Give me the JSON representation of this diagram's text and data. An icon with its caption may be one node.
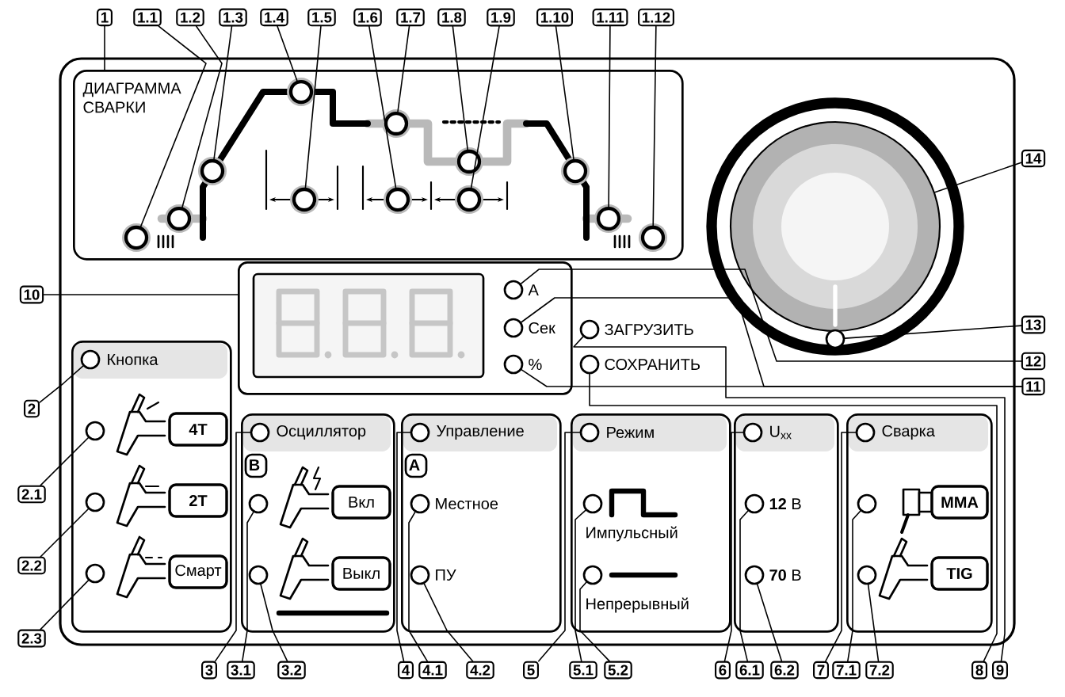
{
  "diagram": {
    "nodes": [
      {
        "text": [
          "ДИАГРАММА СВАРКИ"
        ]
      },
      {
        "text": [],
        "shape": "circle",
        "in": 0
      },
      {
        "text": [],
        "shape": "circle",
        "in": 0
      },
      {
        "text": [],
        "shape": "circle",
        "in": 0
      },
      {
        "text": [],
        "shape": "circle",
        "in": 0
      },
      {
        "text": [],
        "shape": "circle",
        "in": 0
      },
      {
        "text": [],
        "shape": "circle",
        "in": 0
      },
      {
        "text": [],
        "shape": "circle",
        "in": 0
      },
      {
        "text": [],
        "shape": "circle",
        "in": 0
      },
      {
        "text": [],
        "shape": "circle",
        "in": 0
      },
      {
        "text": [],
        "shape": "circle",
        "in": 0
      },
      {
        "text": [],
        "shape": "circle",
        "in": 0
      },
      {
        "text": [],
        "shape": "circle",
        "in": 0
      },
      {
        "text": [],
        "shape": "box"
      },
      {
        "text": [],
        "shape": "circle",
        "in": 13,
        "beside": [
          "A"
        ]
      },
      {
        "text": [],
        "shape": "circle",
        "in": 13,
        "beside": [
          "Сек"
        ]
      },
      {
        "text": [],
        "shape": "circle",
        "in": 13,
        "beside": [
          "%"
        ]
      },
      {
        "text": [],
        "shape": "circle",
        "beside": [
          "ЗАГРУЗИТЬ"
        ]
      },
      {
        "text": [],
        "shape": "circle",
        "beside": [
          "СОХРАНИТЬ"
        ]
      },
      {
        "text": [],
        "shape": "circle"
      },
      {
        "text": [],
        "shape": "circle",
        "in": 19
      },
      {
        "text": [
          "Кнопка"
        ]
      },
      {
        "text": [],
        "shape": "circle",
        "in": 21
      },
      {
        "text": [],
        "shape": "circle",
        "in": 21
      },
      {
        "text": [
          "4T"
        ],
        "in": 21
      },
      {
        "text": [],
        "shape": "circle",
        "in": 21
      },
      {
        "text": [
          "2T"
        ],
        "in": 21
      },
      {
        "text": [],
        "shape": "circle",
        "in": 21
      },
      {
        "text": [
          "Смарт"
        ],
        "in": 21
      },
      {
        "text": [
          "Осциллятор",
          "В"
        ]
      },
      {
        "text": [],
        "shape": "circle",
        "in": 29
      },
      {
        "text": [],
        "shape": "circle",
        "in": 29
      },
      {
        "text": [
          "Вкл"
        ],
        "in": 29
      },
      {
        "text": [],
        "shape": "circle",
        "in": 29
      },
      {
        "text": [
          "Выкл"
        ],
        "in": 29
      },
      {
        "text": [
          "Управление",
          "А"
        ]
      },
      {
        "text": [],
        "shape": "circle",
        "in": 35
      },
      {
        "text": [],
        "shape": "circle",
        "in": 35,
        "beside": [
          "Местное"
        ]
      },
      {
        "text": [],
        "shape": "circle",
        "in": 35,
        "beside": [
          "ПУ"
        ]
      },
      {
        "text": [
          "Режим"
        ]
      },
      {
        "text": [],
        "shape": "circle",
        "in": 39
      },
      {
        "text": [],
        "shape": "circle",
        "in": 39,
        "beside": [
          "Импульсный"
        ]
      },
      {
        "text": [],
        "shape": "circle",
        "in": 39,
        "beside": [
          "Непрерывный"
        ]
      },
      {
        "text": [
          "U$_{xx}$"
        ]
      },
      {
        "text": [],
        "shape": "circle",
        "in": 43
      },
      {
        "text": [],
        "shape": "circle",
        "in": 43,
        "beside": [
          "**12** В"
        ]
      },
      {
        "text": [],
        "shape": "circle",
        "in": 43,
        "beside": [
          "**70** В"
        ]
      },
      {
        "text": [
          "Сварка"
        ]
      },
      {
        "text": [],
        "shape": "circle",
        "in": 47
      },
      {
        "text": [],
        "shape": "circle",
        "in": 47
      },
      {
        "text": [
          "MMA"
        ],
        "in": 47
      },
      {
        "text": [],
        "shape": "circle",
        "in": 47
      },
      {
        "text": [
          "TIG"
        ],
        "in": 47
      },
      {
        "text": [
          "1"
        ]
      },
      {
        "text": [
          "1.1"
        ]
      },
      {
        "text": [
          "1.2"
        ]
      },
      {
        "text": [
          "1.3"
        ]
      },
      {
        "text": [
          "1.4"
        ]
      },
      {
        "text": [
          "1.5"
        ]
      },
      {
        "text": [
          "1.6"
        ]
      },
      {
        "text": [
          "1.7"
        ]
      },
      {
        "text": [
          "1.8"
        ]
      },
      {
        "text": [
          "1.9"
        ]
      },
      {
        "text": [
          "1.10"
        ]
      },
      {
        "text": [
          "1.11"
        ]
      },
      {
        "text": [
          "1.12"
        ]
      },
      {
        "text": [
          "2"
        ]
      },
      {
        "text": [
          "2.1"
        ]
      },
      {
        "text": [
          "2.2"
        ]
      },
      {
        "text": [
          "2.3"
        ]
      },
      {
        "text": [
          "3"
        ]
      },
      {
        "text": [
          "3.1"
        ]
      },
      {
        "text": [
          "3.2"
        ]
      },
      {
        "text": [
          "4"
        ]
      },
      {
        "text": [
          "4.1"
        ]
      },
      {
        "text": [
          "4.2"
        ]
      },
      {
        "text": [
          "5"
        ]
      },
      {
        "text": [
          "5.1"
        ]
      },
      {
        "text": [
          "5.2"
        ]
      },
      {
        "text": [
          "6"
        ]
      },
      {
        "text": [
          "6.1"
        ]
      },
      {
        "text": [
          "6.2"
        ]
      },
      {
        "text": [
          "7"
        ]
      },
      {
        "text": [
          "7.1"
        ]
      },
      {
        "text": [
          "7.2"
        ]
      },
      {
        "text": [
          "8"
        ]
      },
      {
        "text": [
          "9"
        ]
      },
      {
        "text": [
          "10"
        ]
      },
      {
        "text": [
          "11"
        ]
      },
      {
        "text": [
          "12"
        ]
      },
      {
        "text": [
          "13"
        ]
      },
      {
        "text": [
          "14"
        ]
      }
    ],
    "edges": [
      {
        "from": 53,
        "to": 0,
        "arrow": "none"
      },
      {
        "from": 54,
        "to": 1,
        "arrow": "none"
      },
      {
        "from": 55,
        "to": 2,
        "arrow": "none"
      },
      {
        "from": 56,
        "to": 3,
        "arrow": "none"
      },
      {
        "from": 57,
        "to": 4,
        "arrow": "none"
      },
      {
        "from": 58,
        "to": 5,
        "arrow": "none"
      },
      {
        "from": 59,
        "to": 6,
        "arrow": "none"
      },
      {
        "from": 60,
        "to": 7,
        "arrow": "none"
      },
      {
        "from": 61,
        "to": 8,
        "arrow": "none"
      },
      {
        "from": 62,
        "to": 9,
        "arrow": "none"
      },
      {
        "from": 63,
        "to": 10,
        "arrow": "none"
      },
      {
        "from": 64,
        "to": 11,
        "arrow": "none"
      },
      {
        "from": 65,
        "to": 12,
        "arrow": "none"
      },
      {
        "from": 66,
        "to": 22,
        "arrow": "none"
      },
      {
        "from": 67,
        "to": 23,
        "arrow": "none"
      },
      {
        "from": 68,
        "to": 25,
        "arrow": "none"
      },
      {
        "from": 69,
        "to": 27,
        "arrow": "none"
      },
      {
        "from": 70,
        "to": 30,
        "arrow": "none"
      },
      {
        "from": 71,
        "to": 31,
        "arrow": "none"
      },
      {
        "from": 72,
        "to": 33,
        "arrow": "none"
      },
      {
        "from": 73,
        "to": 36,
        "arrow": "none"
      },
      {
        "from": 74,
        "to": 37,
        "arrow": "none"
      },
      {
        "from": 75,
        "to": 38,
        "arrow": "none"
      },
      {
        "from": 76,
        "to": 40,
        "arrow": "none"
      },
      {
        "from": 77,
        "to": 41,
        "arrow": "none"
      },
      {
        "from": 78,
        "to": 42,
        "arrow": "none"
      },
      {
        "from": 79,
        "to": 44,
        "arrow": "none"
      },
      {
        "from": 80,
        "to": 45,
        "arrow": "none"
      },
      {
        "from": 81,
        "to": 46,
        "arrow": "none"
      },
      {
        "from": 82,
        "to": 48,
        "arrow": "none"
      },
      {
        "from": 83,
        "to": 49,
        "arrow": "none"
      },
      {
        "from": 84,
        "to": 51,
        "arrow": "none"
      },
      {
        "from": 85,
        "to": 18,
        "arrow": "none"
      },
      {
        "from": 86,
        "to": 17,
        "arrow": "none"
      },
      {
        "from": 87,
        "to": 13,
        "arrow": "none"
      },
      {
        "from": 88,
        "to": 15,
        "arrow": "none"
      },
      {
        "from": 88,
        "to": 16,
        "arrow": "none"
      },
      {
        "from": 89,
        "to": 14,
        "arrow": "none"
      },
      {
        "from": 90,
        "to": 20,
        "arrow": "none"
      },
      {
        "from": 91,
        "to": 19,
        "arrow": "none"
      }
    ]
  }
}
